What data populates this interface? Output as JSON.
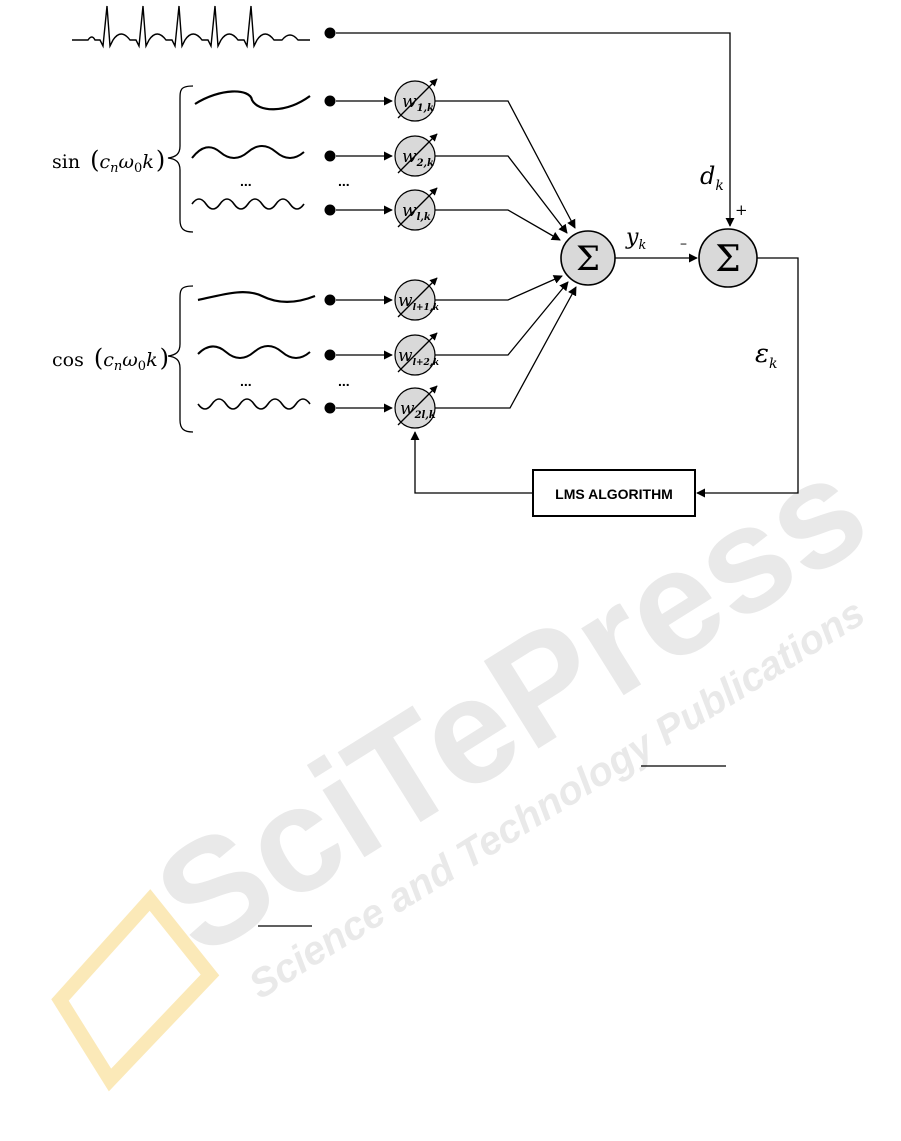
{
  "inputs": {
    "sin_label": {
      "func": "sin",
      "c": "c",
      "n": "n",
      "omega": "ω",
      "zero": "0",
      "k": "k"
    },
    "cos_label": {
      "func": "cos",
      "c": "c",
      "n": "n",
      "omega": "ω",
      "zero": "0",
      "k": "k"
    },
    "ellipsis": "..."
  },
  "weights": [
    {
      "base": "w",
      "sub": "1,k"
    },
    {
      "base": "w",
      "sub": "2,k"
    },
    {
      "base": "w",
      "sub": "l,k"
    },
    {
      "base": "w",
      "sub": "l+1,k"
    },
    {
      "base": "w",
      "sub": "l+2,k"
    },
    {
      "base": "w",
      "sub": "2l,k"
    }
  ],
  "summers": {
    "symbol": "Σ"
  },
  "signals": {
    "y": {
      "base": "y",
      "sub": "k"
    },
    "d": {
      "base": "d",
      "sub": "k"
    },
    "e": {
      "base": "ε",
      "sub": "k"
    },
    "plus": "+",
    "minus": "–"
  },
  "lms_box": {
    "label": "LMS ALGORITHM"
  },
  "watermark": {
    "line1": "SciTePress",
    "line2": "Science and Technology Publications"
  },
  "colors": {
    "node_fill": "#d9d9d9",
    "watermark": "#e9e9e9",
    "watermark_accent": "#fbe9b8"
  }
}
